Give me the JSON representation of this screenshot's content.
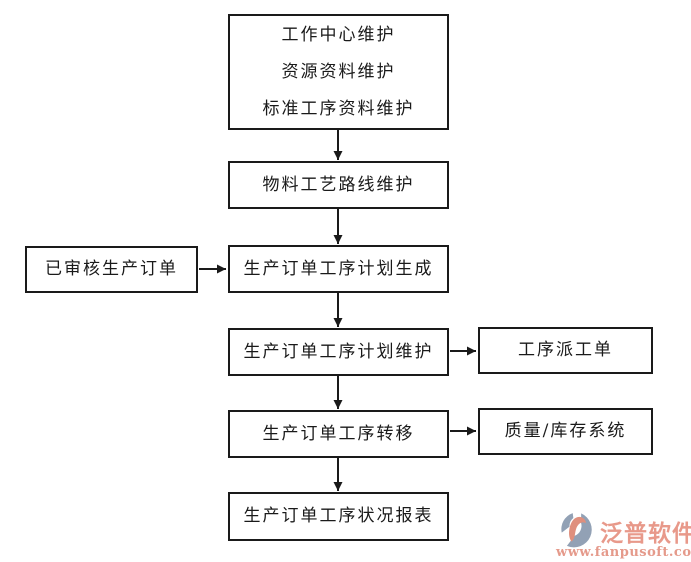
{
  "flow": {
    "master_data_box": {
      "line1": "工作中心维护",
      "line2": "资源资料维护",
      "line3": "标准工序资料维护"
    },
    "nodes": {
      "routing_maintain": "物料工艺路线维护",
      "approved_order": "已审核生产订单",
      "plan_generate": "生产订单工序计划生成",
      "plan_maintain": "生产订单工序计划维护",
      "dispatch_order": "工序派工单",
      "operation_transfer": "生产订单工序转移",
      "quality_inventory": "质量/库存系统",
      "status_report": "生产订单工序状况报表"
    },
    "edges": [
      {
        "from": "master-data",
        "to": "routing-maintain"
      },
      {
        "from": "routing-maintain",
        "to": "plan-generate"
      },
      {
        "from": "approved-order",
        "to": "plan-generate"
      },
      {
        "from": "plan-generate",
        "to": "plan-maintain"
      },
      {
        "from": "plan-maintain",
        "to": "dispatch-order"
      },
      {
        "from": "plan-maintain",
        "to": "operation-transfer"
      },
      {
        "from": "operation-transfer",
        "to": "quality-inventory"
      },
      {
        "from": "operation-transfer",
        "to": "status-report"
      }
    ],
    "line_color": "#1a1a1a",
    "box_background": "#ffffff"
  },
  "logo": {
    "brand": "泛普软件",
    "url": "www.fanpusoft.com",
    "text_color": "#e8998a",
    "icon_gray": "#92a1b5",
    "icon_accent": "#df8f7d"
  }
}
